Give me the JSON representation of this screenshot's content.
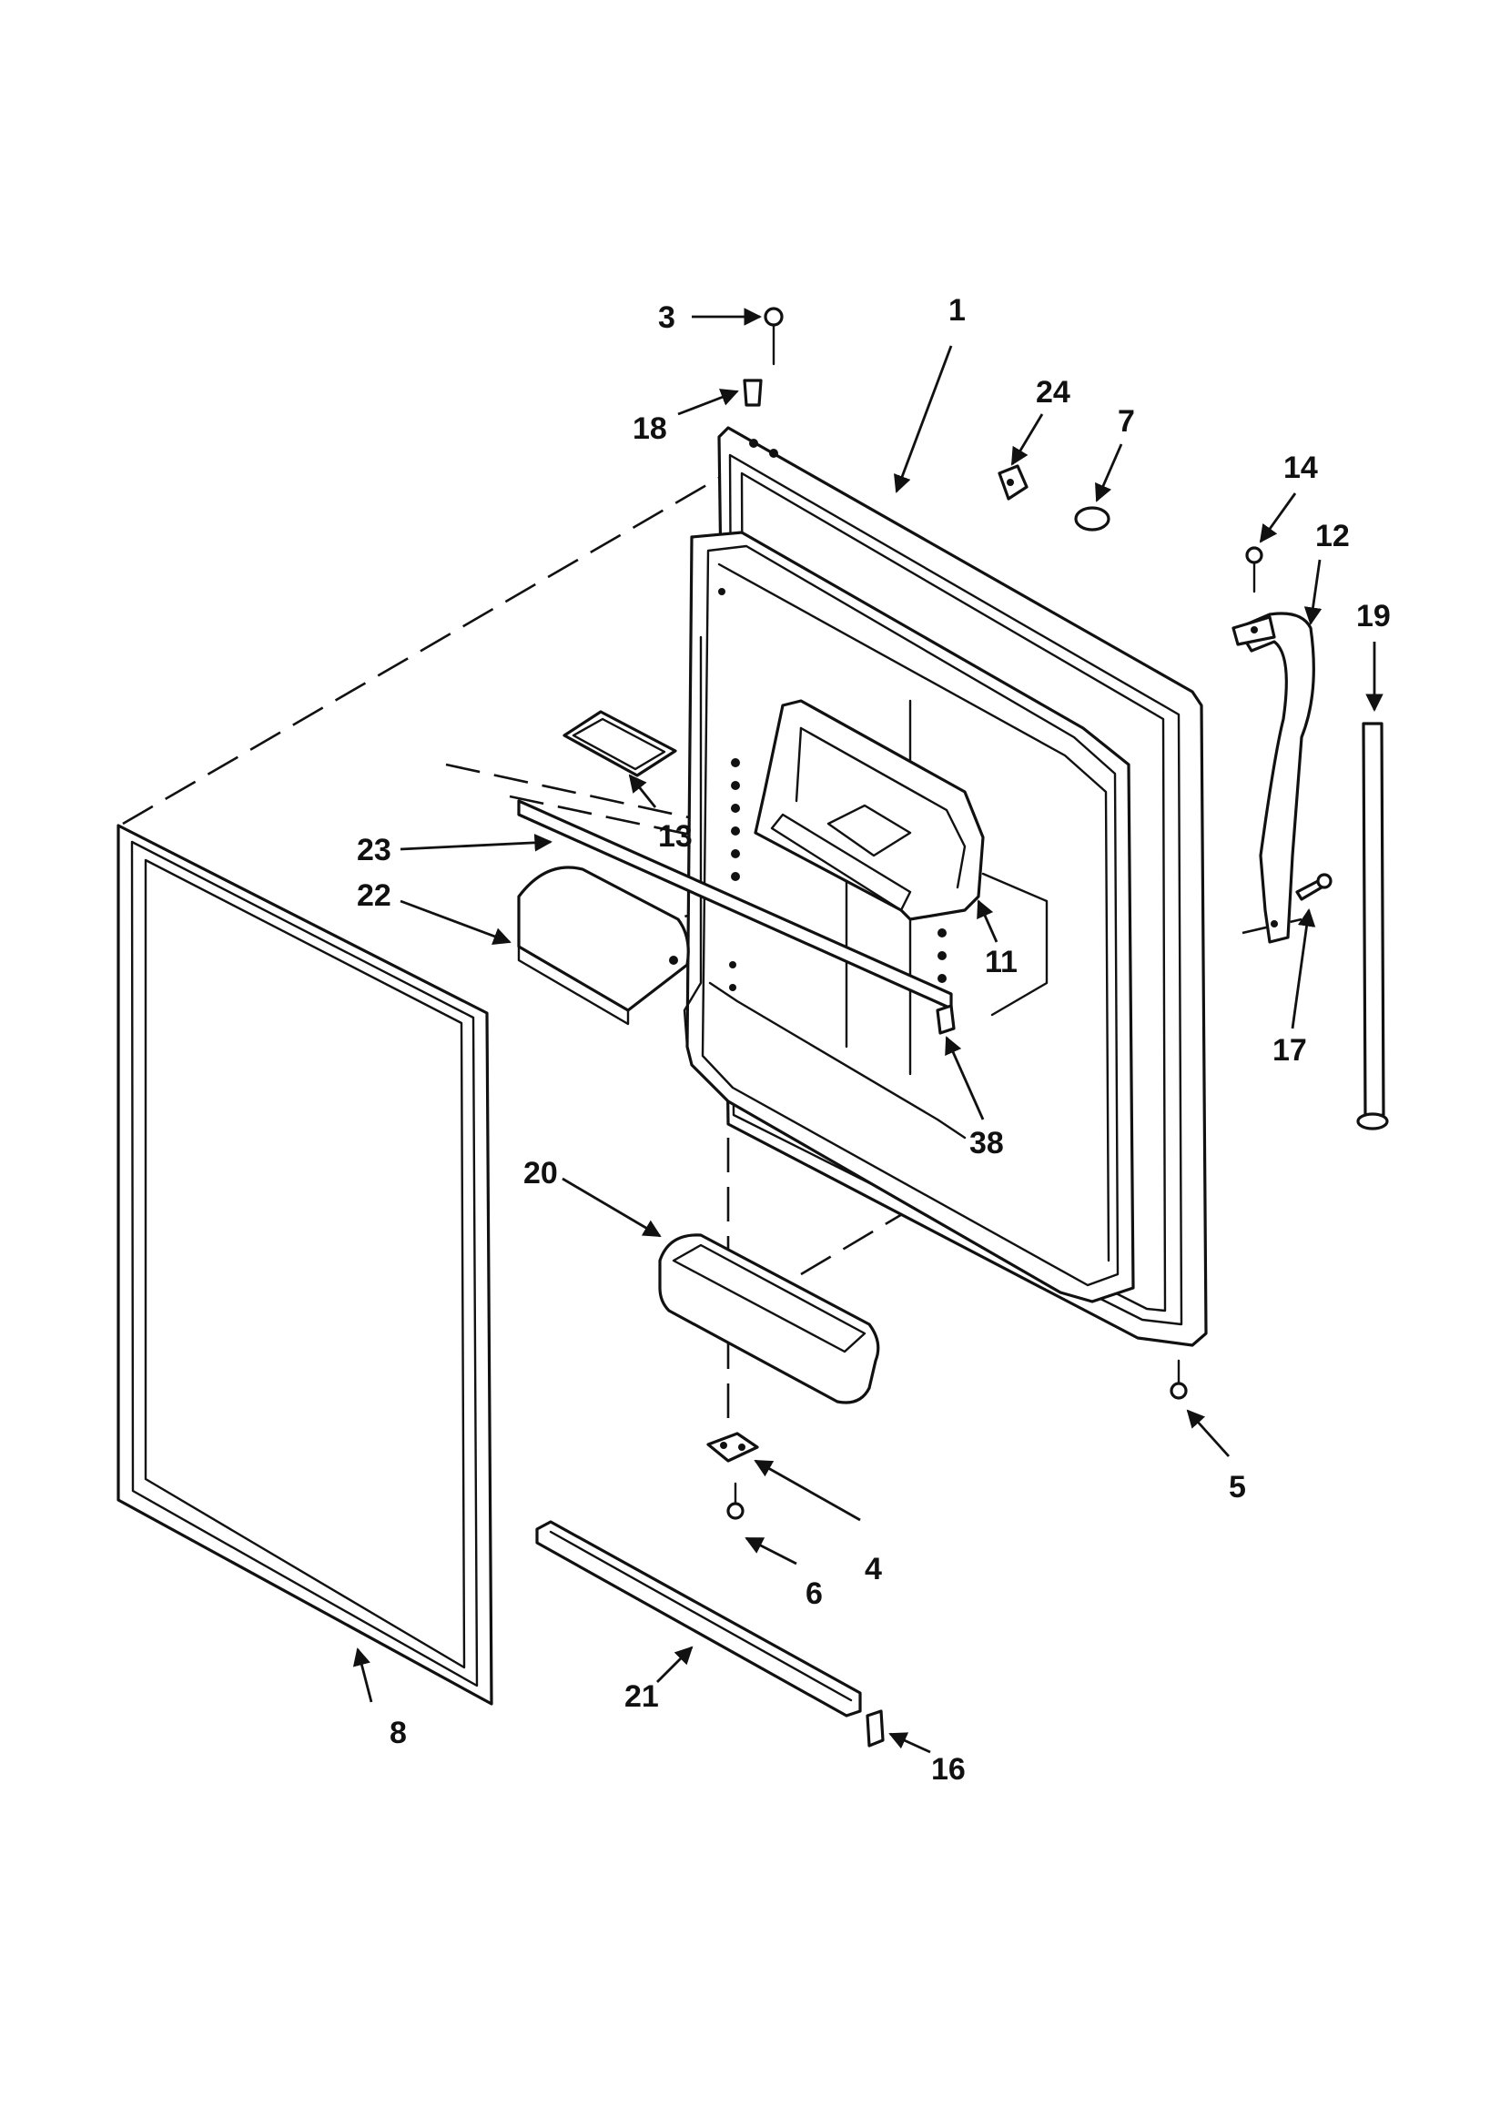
{
  "diagram": {
    "callouts": [
      {
        "id": "c1",
        "label": "1"
      },
      {
        "id": "c3",
        "label": "3"
      },
      {
        "id": "c4",
        "label": "4"
      },
      {
        "id": "c5",
        "label": "5"
      },
      {
        "id": "c6",
        "label": "6"
      },
      {
        "id": "c7",
        "label": "7"
      },
      {
        "id": "c8",
        "label": "8"
      },
      {
        "id": "c11",
        "label": "11"
      },
      {
        "id": "c12",
        "label": "12"
      },
      {
        "id": "c13",
        "label": "13"
      },
      {
        "id": "c14",
        "label": "14"
      },
      {
        "id": "c16",
        "label": "16"
      },
      {
        "id": "c17",
        "label": "17"
      },
      {
        "id": "c18",
        "label": "18"
      },
      {
        "id": "c19",
        "label": "19"
      },
      {
        "id": "c20",
        "label": "20"
      },
      {
        "id": "c21",
        "label": "21"
      },
      {
        "id": "c22",
        "label": "22"
      },
      {
        "id": "c23",
        "label": "23"
      },
      {
        "id": "c24",
        "label": "24"
      },
      {
        "id": "c38",
        "label": "38"
      }
    ]
  }
}
